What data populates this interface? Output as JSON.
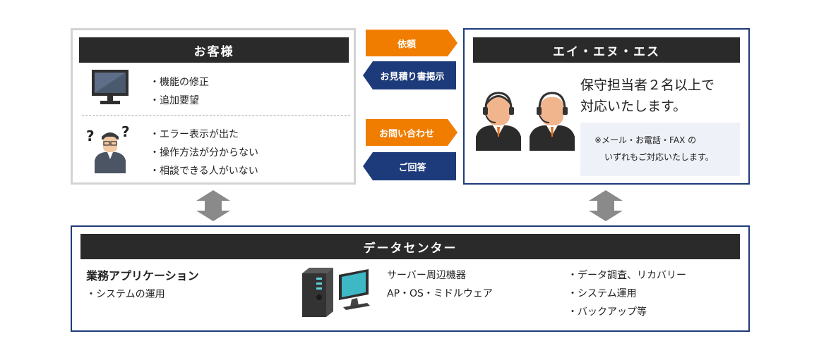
{
  "customer": {
    "title": "お客様",
    "items_top": [
      "・機能の修正",
      "・追加要望"
    ],
    "items_bottom": [
      "・エラー表示が出た",
      "・操作方法が分からない",
      "・相談できる人がいない"
    ]
  },
  "arrows": {
    "request": "依頼",
    "estimate": "お見積り書掲示",
    "inquiry": "お問い合わせ",
    "answer": "ご回答"
  },
  "ans": {
    "title": "エイ・エヌ・エス",
    "headline_1": "保守担当者２名以上で",
    "headline_2": "対応いたします。",
    "note_1": "※メール・お電話・FAX の",
    "note_2": "いずれもご対応いたします。"
  },
  "datacenter": {
    "title": "データセンター",
    "app_title": "業務アプリケーション",
    "app_item": "・システムの運用",
    "hw_1": "サーバー周辺機器",
    "hw_2": "AP・OS・ミドルウェア",
    "services": [
      "・データ調査、リカバリー",
      "・システム運用",
      "・バックアップ等"
    ]
  },
  "colors": {
    "orange": "#f07d00",
    "navy": "#1d3b7a",
    "header": "#2a2a2a",
    "updown": "#8a8a8a"
  }
}
